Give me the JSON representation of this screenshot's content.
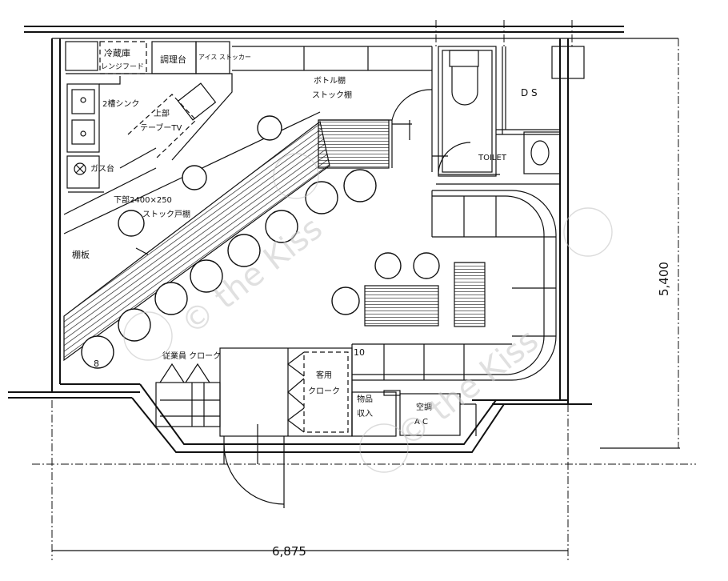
{
  "labels": {
    "refrigerator": "冷蔵庫",
    "refrigerator_sub": "レンジフード",
    "cooking": "調理台",
    "ice_stocker": "アイス ストッカー",
    "bottle_shelf": "ボトル棚",
    "stock_shelf": "ストック棚",
    "sink": "2槽シンク",
    "upper_tv": "上部",
    "upper_tv_sub": "テーブーTV",
    "gas_stove": "ガス台",
    "lower_stock": "下部2400×250",
    "lower_stock_sub": "ストック戸棚",
    "shelf_board": "棚板",
    "toilet": "TOILET",
    "ds": "D S",
    "seat8": "8",
    "seat10": "10",
    "cloak_left": "従業員 クローク",
    "cloak_right": "客用",
    "cloak_right_sub": "クローク",
    "storage": "物品",
    "storage_sub": "収入",
    "ac": "空調",
    "ac_sub": "A C",
    "dim_width": "6,875",
    "dim_height": "5,400"
  },
  "watermark": "© the Kiss"
}
